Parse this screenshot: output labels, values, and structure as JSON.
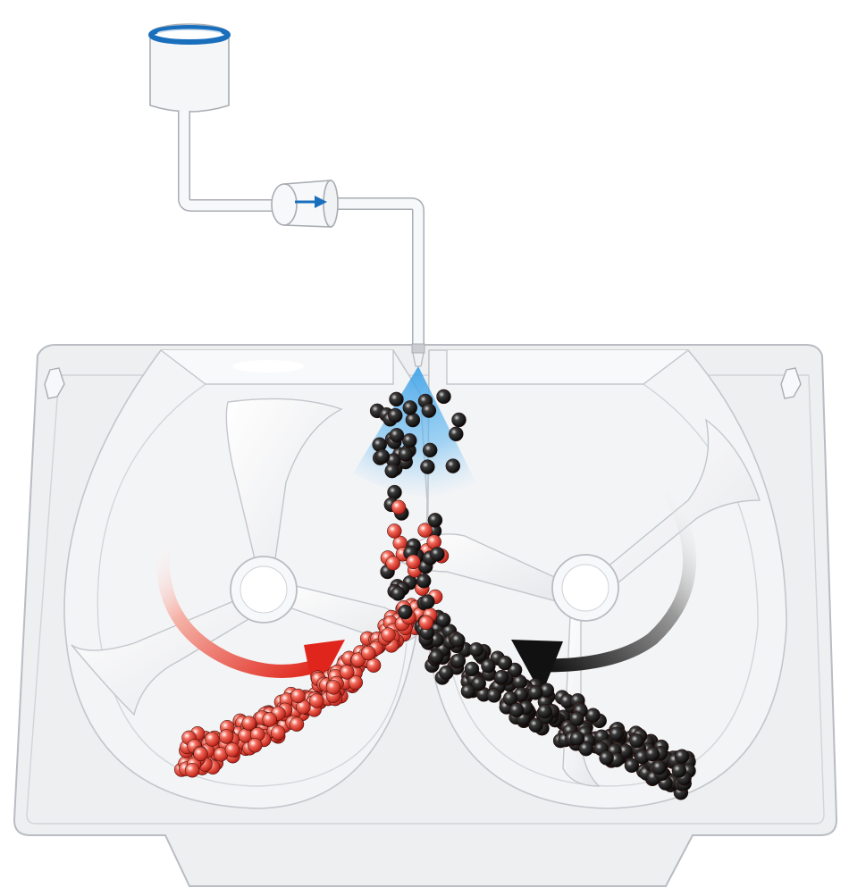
{
  "diagram": {
    "components": [
      {
        "id": "liquid-reservoir",
        "icon": "cup-icon",
        "liquid_color": "#1a6fbd"
      },
      {
        "id": "pump",
        "icon": "flow-arrow-icon",
        "arrow_color": "#1a6fbd"
      },
      {
        "id": "spray-nozzle",
        "spray_color": "#3aa0e8"
      },
      {
        "id": "mixer-housing",
        "fill": "#eeeff1",
        "stroke": "#b9bcc2"
      },
      {
        "id": "left-paddle-shaft",
        "rotation": "clockwise",
        "arrow_color": "#e0261c"
      },
      {
        "id": "right-paddle-shaft",
        "rotation": "counter-clockwise",
        "arrow_color": "#111111"
      }
    ],
    "particles": {
      "coated_color": "#d9281e",
      "uncoated_color": "#1a1a1a",
      "left_pile": "coated",
      "right_pile": "uncoated"
    }
  }
}
